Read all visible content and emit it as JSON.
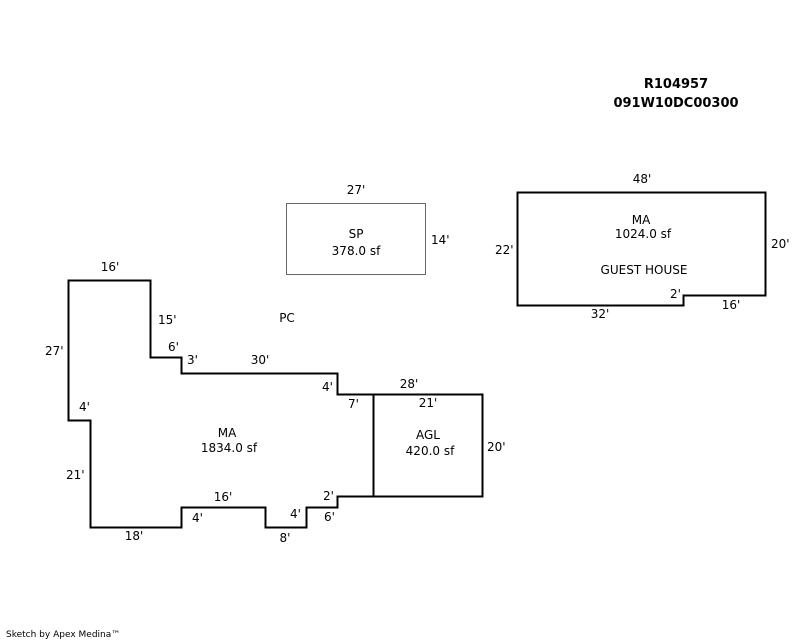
{
  "header": {
    "parcel_id": "R104957",
    "map_number": "091W10DC00300"
  },
  "footer": {
    "credit": "Sketch by Apex Medina™"
  },
  "areas": {
    "sp": {
      "code": "SP",
      "area": "378.0 sf"
    },
    "guest": {
      "code": "MA",
      "area": "1024.0 sf",
      "name": "GUEST HOUSE"
    },
    "main": {
      "code": "MA",
      "area": "1834.0 sf"
    },
    "agl": {
      "code": "AGL",
      "area": "420.0 sf"
    },
    "pc": {
      "code": "PC"
    }
  },
  "dims": {
    "sp_top": "27'",
    "sp_right": "14'",
    "gh_top": "48'",
    "gh_left": "22'",
    "gh_right": "20'",
    "gh_bottom_left": "32'",
    "gh_step": "2'",
    "gh_bottom_right": "16'",
    "ma_top": "16'",
    "ma_left_upper": "27'",
    "ma_right_upper": "15'",
    "ma_step6": "6'",
    "ma_step3": "3'",
    "ma_top30": "30'",
    "ma_4_right": "4'",
    "ma_4_left": "4'",
    "ma_21": "21'",
    "ma_7": "7'",
    "ma_18": "18'",
    "ma_b4": "4'",
    "ma_16": "16'",
    "ma_8": "8'",
    "ma_b4b": "4'",
    "ma_6": "6'",
    "ma_2": "2'",
    "agl_28": "28'",
    "agl_21": "21'",
    "agl_20": "20'"
  }
}
